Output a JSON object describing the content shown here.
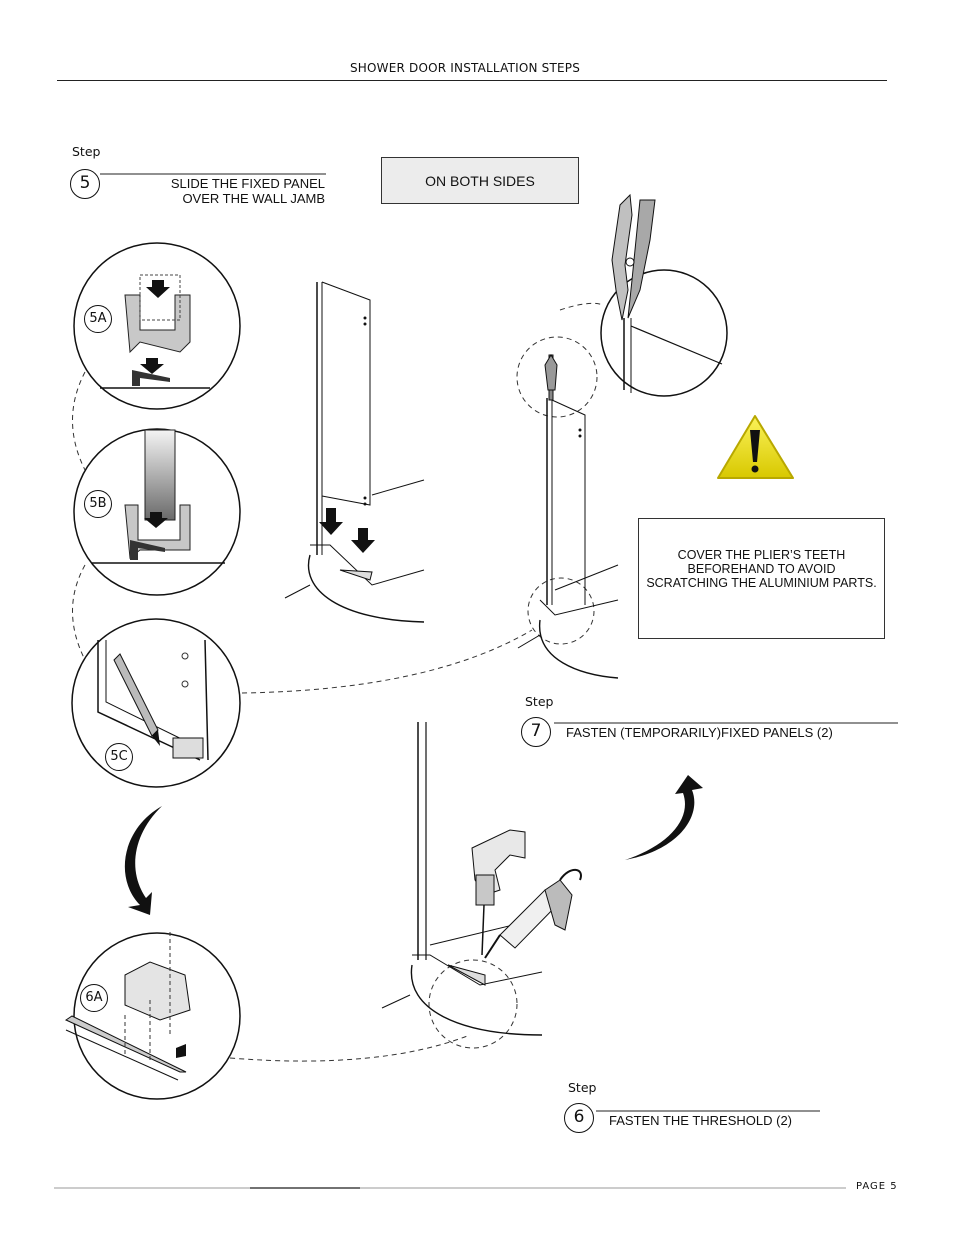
{
  "header": {
    "title": "SHOWER DOOR INSTALLATION STEPS"
  },
  "steps": {
    "step5": {
      "word": "Step",
      "number": "5",
      "text_line1": "SLIDE THE FIXED PANEL",
      "text_line2": "OVER THE WALL JAMB"
    },
    "step6": {
      "word": "Step",
      "number": "6",
      "text": "FASTEN THE THRESHOLD (2)"
    },
    "step7": {
      "word": "Step",
      "number": "7",
      "text": "FASTEN (TEMPORARILY)FIXED PANELS (2)"
    }
  },
  "callout": {
    "text": "ON BOTH SIDES"
  },
  "warning": {
    "line1": "COVER THE PLIER’S TEETH",
    "line2": "BEFOREHAND TO AVOID",
    "line3": "SCRATCHING THE ALUMINIUM PARTS.",
    "icon": "warning-triangle-icon",
    "color": "#f2e400"
  },
  "details": {
    "a5": "5A",
    "b5": "5B",
    "c5": "5C",
    "a6": "6A"
  },
  "footer": {
    "page": "PAGE 5"
  }
}
